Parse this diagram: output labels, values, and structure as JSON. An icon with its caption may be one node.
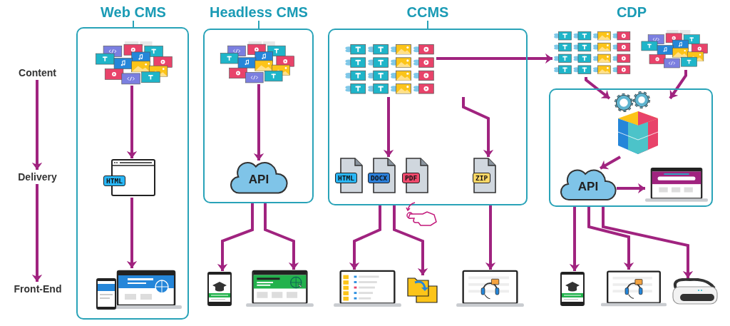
{
  "diagram": {
    "nodes": [
      {
        "text": [
          "Web CMS"
        ]
      },
      {
        "text": [
          "Headless CMS"
        ]
      },
      {
        "text": [
          "CCMS"
        ]
      },
      {
        "text": [],
        "shape": "box"
      },
      {
        "text": [
          "Content"
        ]
      },
      {
        "text": [
          "Delivery"
        ]
      },
      {
        "text": [
          "Front-End"
        ]
      },
      {
        "text": [],
        "shape": "picture",
        "in": 0
      },
      {
        "text": [
          "HTML"
        ],
        "in": 0
      },
      {
        "text": [],
        "shape": "picture",
        "in": 0
      },
      {
        "text": [],
        "shape": "picture",
        "in": 1
      },
      {
        "text": [
          "API"
        ],
        "in": 1
      },
      {
        "text": [],
        "shape": "picture"
      },
      {
        "text": [],
        "shape": "picture"
      },
      {
        "text": [],
        "shape": "picture",
        "in": 2
      },
      {
        "text": [
          "HTML"
        ],
        "in": 2
      },
      {
        "text": [
          "DOCX"
        ],
        "in": 2
      },
      {
        "text": [
          "PDF"
        ],
        "in": 2
      },
      {
        "text": [
          "ZIP"
        ],
        "in": 2
      },
      {
        "text": [],
        "shape": "picture"
      },
      {
        "text": [],
        "shape": "picture"
      },
      {
        "text": [],
        "shape": "picture"
      },
      {
        "text": [],
        "shape": "picture"
      },
      {
        "text": [],
        "shape": "picture"
      },
      {
        "text": [],
        "shape": "picture",
        "in": 3
      },
      {
        "text": [
          "API"
        ],
        "in": 3
      },
      {
        "text": [],
        "shape": "picture",
        "in": 3
      },
      {
        "text": [],
        "shape": "picture"
      },
      {
        "text": [],
        "shape": "picture"
      },
      {
        "text": [],
        "shape": "picture"
      }
    ],
    "edges": [
      {
        "from": 4,
        "to": 5,
        "arrow": "to"
      },
      {
        "from": 5,
        "to": 6,
        "arrow": "to"
      },
      {
        "from": 7,
        "to": 8,
        "arrow": "to"
      },
      {
        "from": 8,
        "to": 9,
        "arrow": "to"
      },
      {
        "from": 10,
        "to": 11,
        "arrow": "to"
      },
      {
        "from": 1,
        "to": 12,
        "arrow": "to"
      },
      {
        "from": 1,
        "to": 13,
        "arrow": "to"
      },
      {
        "from": 14,
        "to": 16,
        "arrow": "to"
      },
      {
        "from": 14,
        "to": 18,
        "arrow": "to"
      },
      {
        "from": 14,
        "to": 22,
        "arrow": "to"
      },
      {
        "from": 2,
        "to": 19,
        "arrow": "to"
      },
      {
        "from": 2,
        "to": 20,
        "arrow": "to"
      },
      {
        "from": 2,
        "to": 21,
        "arrow": "to"
      },
      {
        "from": 22,
        "to": 24,
        "arrow": "to"
      },
      {
        "from": 23,
        "to": 24,
        "arrow": "to"
      },
      {
        "from": 24,
        "to": 25,
        "arrow": "to"
      },
      {
        "from": 25,
        "to": 26,
        "arrow": "to"
      },
      {
        "from": 3,
        "to": 27,
        "arrow": "to"
      },
      {
        "from": 3,
        "to": 28,
        "arrow": "to"
      },
      {
        "from": 3,
        "to": 29,
        "arrow": "to"
      }
    ],
    "labels": [
      "CDP"
    ]
  }
}
